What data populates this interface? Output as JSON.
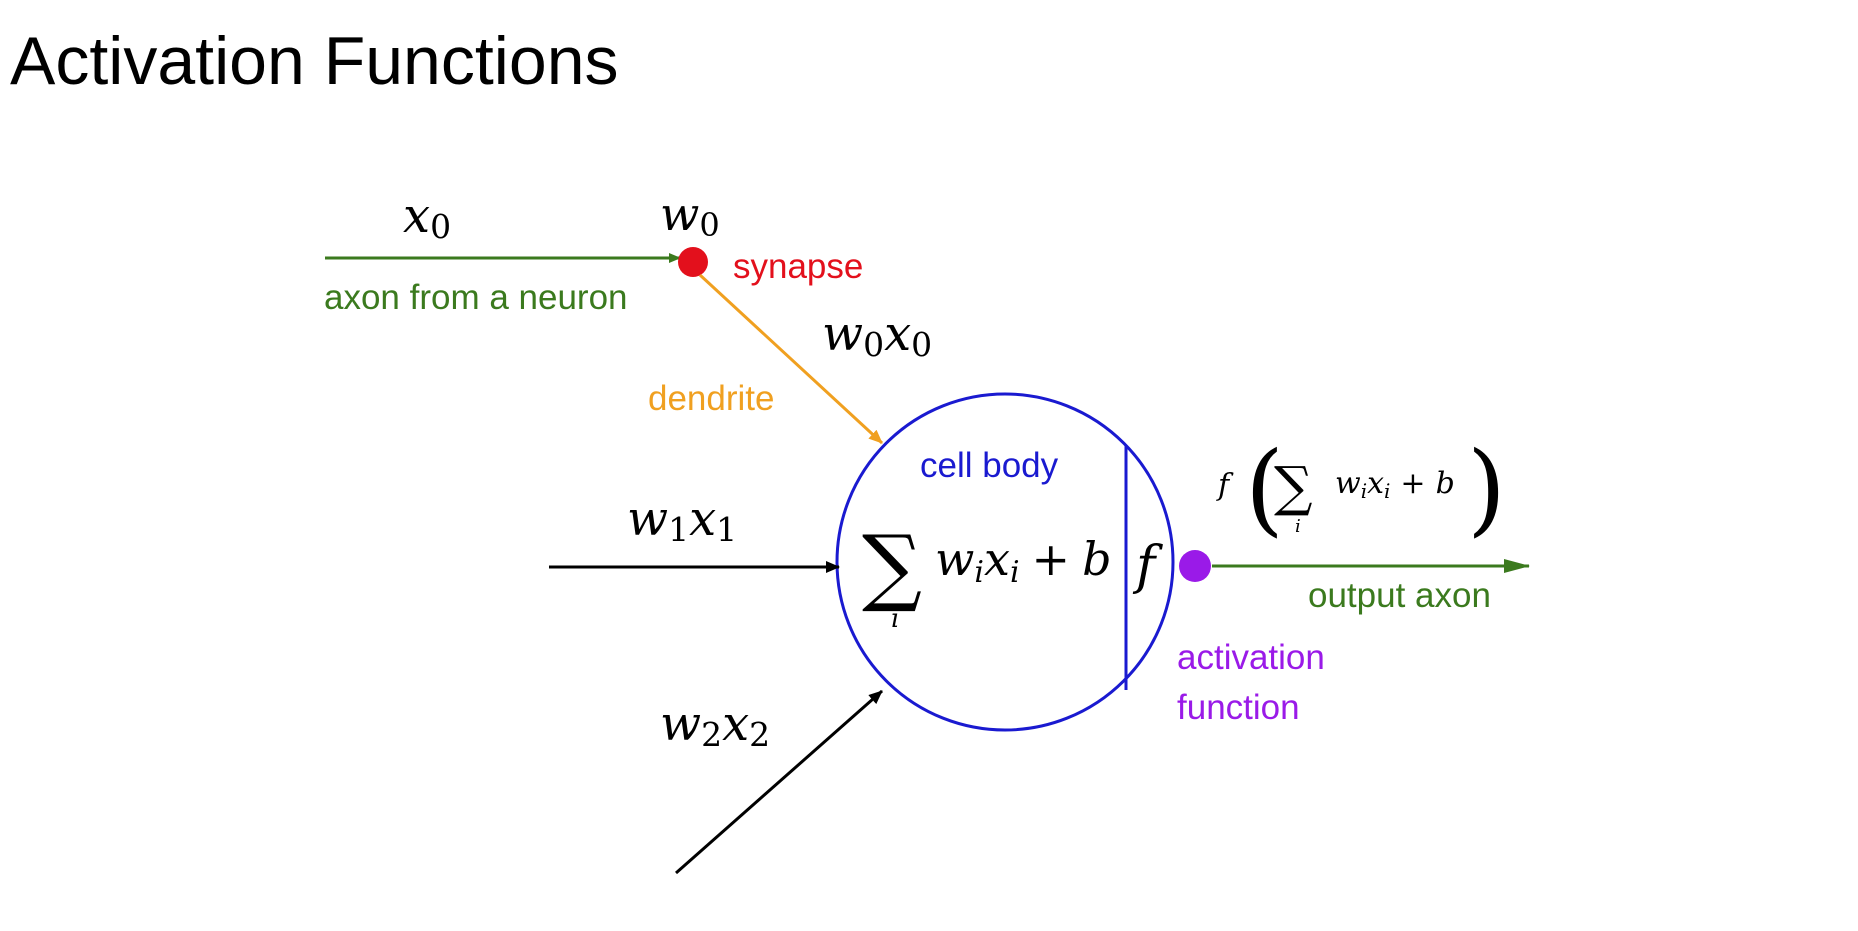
{
  "page": {
    "title": "Activation Functions"
  },
  "colors": {
    "input_axon": "#3b7a1e",
    "synapse": "#e3101c",
    "dendrite": "#f0a020",
    "cell_body": "#1a1ad0",
    "activation": "#9a1ae8",
    "output_axon": "#3b7a1e",
    "input_line": "#000000"
  },
  "diagram": {
    "x0": {
      "base": "x",
      "sub": "0"
    },
    "w0": {
      "base": "w",
      "sub": "0"
    },
    "w0x0": {
      "w": "w",
      "w_sub": "0",
      "x": "x",
      "x_sub": "0"
    },
    "w1x1": {
      "w": "w",
      "w_sub": "1",
      "x": "x",
      "x_sub": "1"
    },
    "w2x2": {
      "w": "w",
      "w_sub": "2",
      "x": "x",
      "x_sub": "2"
    },
    "axon_label": "axon from a neuron",
    "synapse_label": "synapse",
    "dendrite_label": "dendrite",
    "cell_body_label": "cell body",
    "sum_formula": {
      "sigma": "∑",
      "index": "i",
      "w": "w",
      "w_sub": "i",
      "x": "x",
      "x_sub": "i",
      "plus": "+",
      "bias": "b"
    },
    "f_symbol": "f",
    "output_formula": {
      "f": "f",
      "open": "(",
      "sigma": "∑",
      "index": "i",
      "w": "w",
      "w_sub": "i",
      "x": "x",
      "x_sub": "i",
      "plus": "+",
      "bias": "b",
      "close": ")"
    },
    "output_axon_label": "output axon",
    "activation_label_line1": "activation",
    "activation_label_line2": "function"
  }
}
